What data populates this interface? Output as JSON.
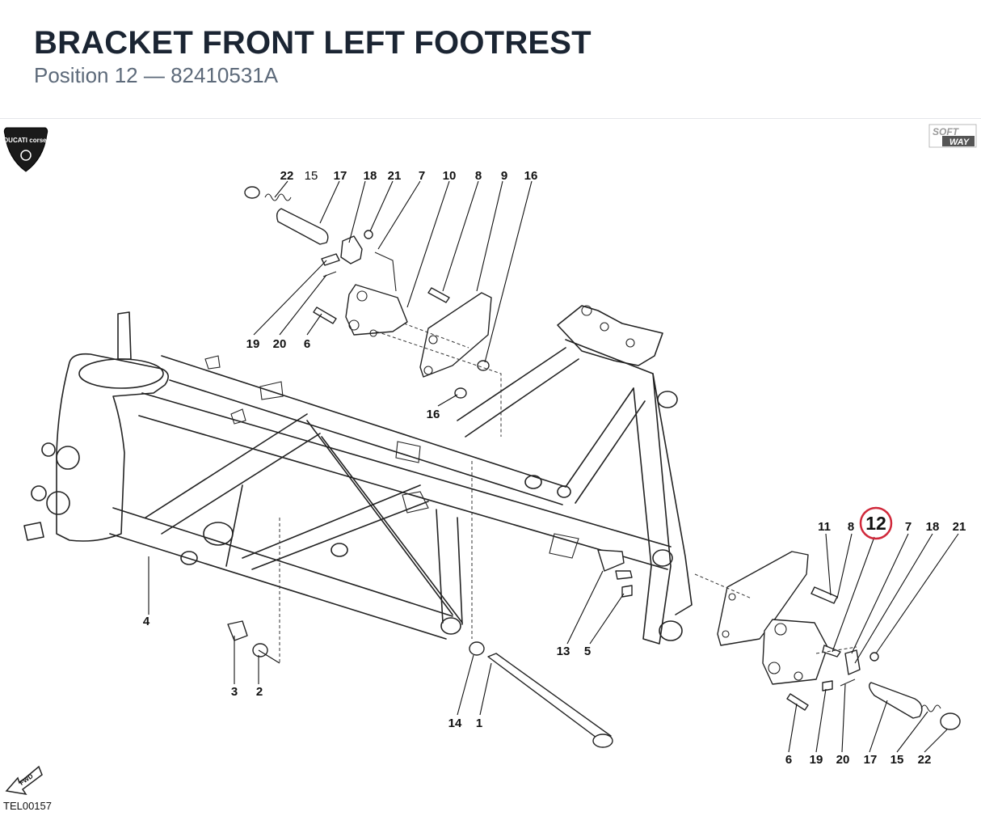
{
  "header": {
    "title": "BRACKET FRONT LEFT FOOTREST",
    "subtitle": "Position 12 — 82410531A"
  },
  "logos": {
    "ducati": "DUCATI corse",
    "softway_top": "SOFT",
    "softway_bottom": "WAY",
    "fwd": "FWD"
  },
  "drawing_code": "TEL00157",
  "highlight": {
    "label": "12",
    "color": "#d0283a"
  },
  "callouts": {
    "top_row": [
      "22",
      "15",
      "17",
      "18",
      "21",
      "7",
      "10",
      "8",
      "9",
      "16"
    ],
    "left_bottom": [
      "19",
      "20",
      "6"
    ],
    "mid": "16",
    "right_row": [
      "11",
      "8",
      "12",
      "7",
      "18",
      "21"
    ],
    "right_bottom": [
      "6",
      "19",
      "20",
      "17",
      "15",
      "22"
    ],
    "lower": [
      "4",
      "3",
      "2",
      "14",
      "1",
      "13",
      "5"
    ]
  }
}
